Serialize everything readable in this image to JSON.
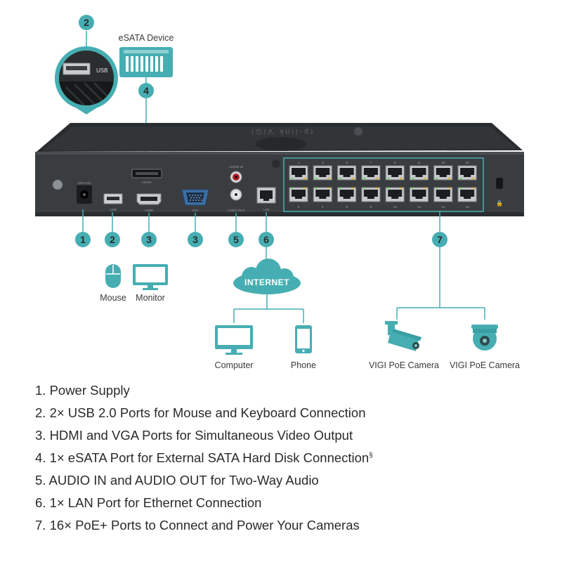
{
  "callouts": {
    "n1": "1",
    "n2": "2",
    "n3": "3",
    "n4": "4",
    "n5": "5",
    "n6": "6",
    "n7": "7"
  },
  "esata_device": {
    "label": "eSATA Device"
  },
  "usb_zoom": {
    "label": "USB"
  },
  "panel_labels": {
    "dc": "12V⎓ DC",
    "usb": "USB",
    "hdmi": "HDMI",
    "vga": "VGA",
    "esata": "eSATA",
    "audio_in": "AUDIO IN",
    "audio_out": "AUDIO OUT",
    "lan": "LAN",
    "port_nums_top": [
      "1",
      "3",
      "5",
      "7",
      "9",
      "11",
      "13",
      "15"
    ],
    "port_nums_bottom": [
      "2",
      "4",
      "6",
      "8",
      "10",
      "12",
      "14",
      "16"
    ]
  },
  "peripherals": {
    "mouse": "Mouse",
    "monitor": "Monitor",
    "internet": "INTERNET",
    "computer": "Computer",
    "phone": "Phone",
    "camera1": "VIGI PoE Camera",
    "camera2": "VIGI PoE Camera"
  },
  "legend": [
    "1. Power Supply",
    "2. 2× USB 2.0 Ports for Mouse and Keyboard Connection",
    "3. HDMI and VGA Ports for Simultaneous Video Output",
    "4. 1× eSATA Port for External SATA Hard Disk Connection",
    "5. AUDIO IN and AUDIO OUT for Two-Way Audio",
    "6. 1× LAN Port for Ethernet Connection",
    "7. 16× PoE+ Ports to Connect and Power Your Cameras"
  ],
  "legend_footnote": "§",
  "colors": {
    "accent": "#46aeb2",
    "device_body": "#2f3234",
    "device_front": "#3c3f42",
    "text": "#2a2a2a"
  }
}
